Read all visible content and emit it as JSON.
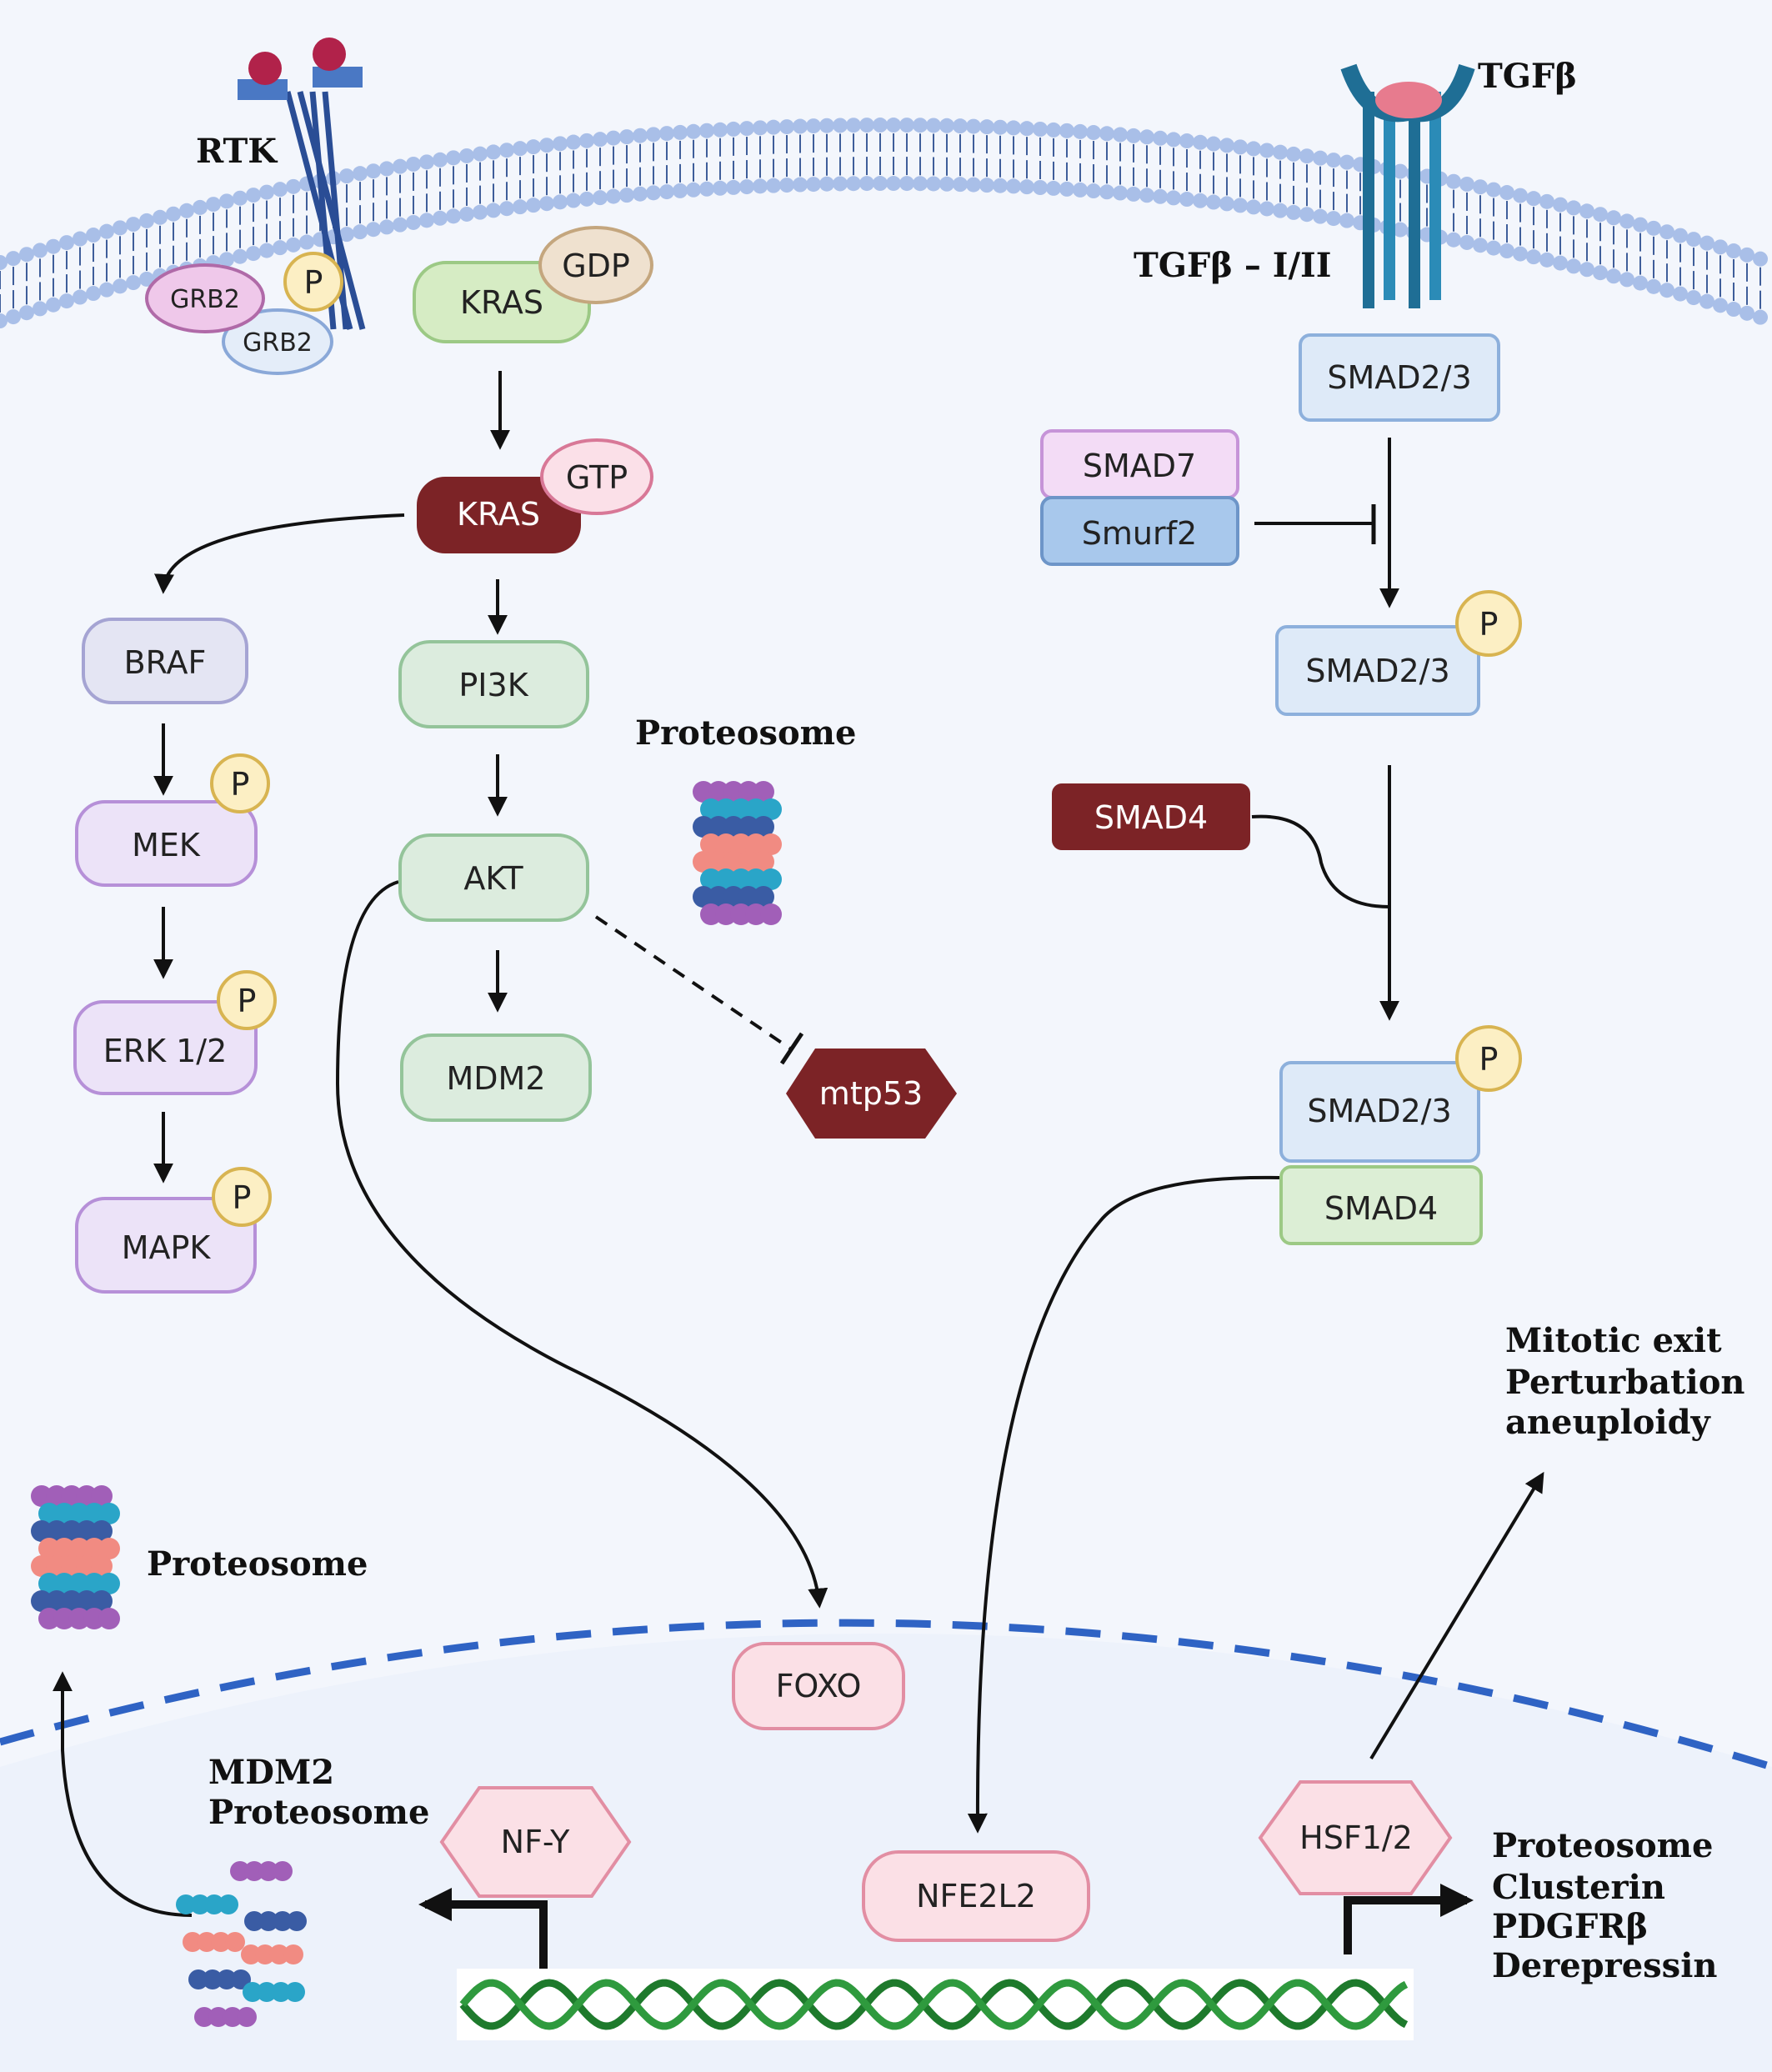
{
  "labels": {
    "rtk": "RTK",
    "tgfb": "TGFβ",
    "tgfb_receptor": "TGFβ – I/II",
    "proteosome_top": "Proteosome",
    "proteosome_left": "Proteosome",
    "mdm2_proteosome_line1": "MDM2",
    "mdm2_proteosome_line2": "Proteosome",
    "mitotic_line1": "Mitotic exit",
    "mitotic_line2": "Perturbation",
    "mitotic_line3": "aneuploidy",
    "targets_line1": "Proteosome",
    "targets_line2": "Clusterin",
    "targets_line3": "PDGFRβ",
    "targets_line4": "Derepressin"
  },
  "nodes": {
    "grb2_a": "GRB2",
    "grb2_b": "GRB2",
    "p_rtk": "P",
    "kras_gdp": "KRAS",
    "gdp": "GDP",
    "kras_gtp": "KRAS",
    "gtp": "GTP",
    "braf": "BRAF",
    "mek": "MEK",
    "p_mek": "P",
    "erk": "ERK 1/2",
    "p_erk": "P",
    "mapk": "MAPK",
    "p_mapk": "P",
    "pi3k": "PI3K",
    "akt": "AKT",
    "mdm2": "MDM2",
    "mtp53": "mtp53",
    "smad23_top": "SMAD2/3",
    "smad7": "SMAD7",
    "smurf2": "Smurf2",
    "smad23_p": "SMAD2/3",
    "p_smad23": "P",
    "smad4_dark": "SMAD4",
    "smad23_complex": "SMAD2/3",
    "p_smad_complex": "P",
    "smad4_complex": "SMAD4",
    "foxo": "FOXO",
    "nfy": "NF-Y",
    "nfe2l2": "NFE2L2",
    "hsf": "HSF1/2"
  },
  "colors": {
    "membrane_head": "#a9bfe8",
    "maroon": "#7c2326",
    "lavender_fill": "#ece3f8",
    "lavender_stroke": "#b690d8",
    "green_fill": "#dcecde",
    "green_stroke": "#94c49a",
    "blue_fill": "#deeaf8",
    "blue_stroke": "#8db0dc",
    "pink_fill": "#fbe0e6",
    "pink_stroke": "#e28ea3",
    "p_fill": "#fcefc4",
    "p_stroke": "#d8b451",
    "nuclear_envelope": "#2f63c4"
  }
}
